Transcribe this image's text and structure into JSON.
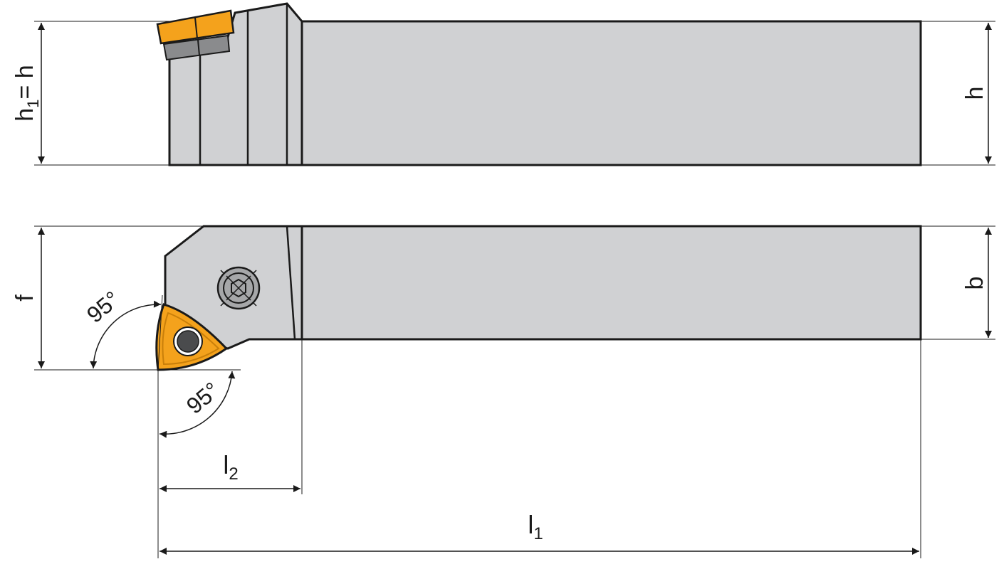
{
  "colors": {
    "body": "#d0d1d3",
    "outline": "#1a1a1a",
    "insert": "#f4a21c",
    "insert_dark": "#c97f0a",
    "insert_shadow": "#8a8b8d",
    "screw": "#a6a7a9",
    "hole": "#4a4b4d"
  },
  "labels": {
    "h1_main": "h",
    "h1_sub": "1",
    "h1_eq": "= h",
    "h": "h",
    "f": "f",
    "b": "b",
    "angle_side": "95°",
    "angle_end": "95°",
    "l2_main": "l",
    "l2_sub": "2",
    "l1_main": "l",
    "l1_sub": "1"
  }
}
